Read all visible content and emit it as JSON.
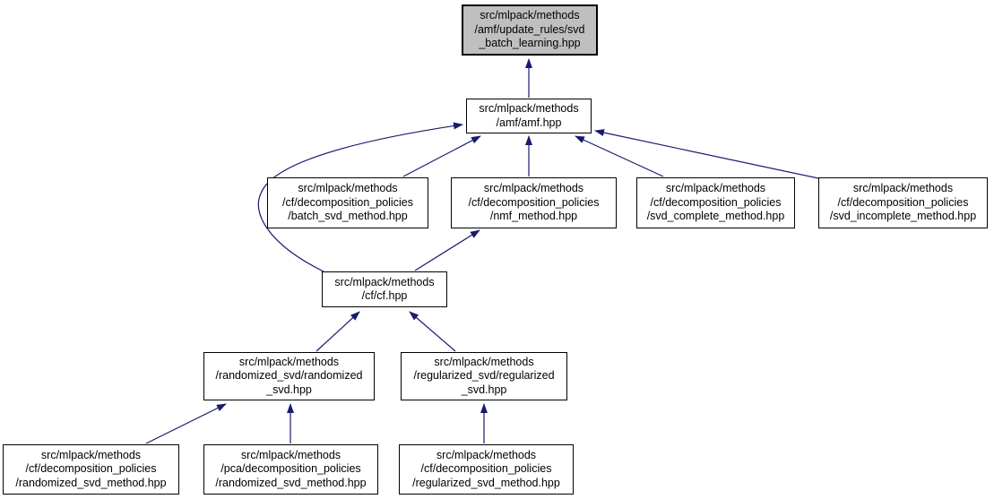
{
  "diagram": {
    "type": "include-dependency-graph",
    "description": "Doxygen 'included by' dependency graph for svd_batch_learning.hpp",
    "colors": {
      "edge": "#191970",
      "node_border": "#000000",
      "node_fill": "#ffffff",
      "highlight_fill": "#bfbfbf",
      "background": "#ffffff",
      "text": "#000000"
    },
    "nodes": [
      {
        "id": "svd_batch_learning",
        "label": "src/mlpack/methods\n/amf/update_rules/svd\n_batch_learning.hpp",
        "highlighted": true
      },
      {
        "id": "amf",
        "label": "src/mlpack/methods\n/amf/amf.hpp",
        "highlighted": false
      },
      {
        "id": "batch_svd_method",
        "label": "src/mlpack/methods\n/cf/decomposition_policies\n/batch_svd_method.hpp",
        "highlighted": false
      },
      {
        "id": "nmf_method",
        "label": "src/mlpack/methods\n/cf/decomposition_policies\n/nmf_method.hpp",
        "highlighted": false
      },
      {
        "id": "svd_complete_method",
        "label": "src/mlpack/methods\n/cf/decomposition_policies\n/svd_complete_method.hpp",
        "highlighted": false
      },
      {
        "id": "svd_incomplete_method",
        "label": "src/mlpack/methods\n/cf/decomposition_policies\n/svd_incomplete_method.hpp",
        "highlighted": false
      },
      {
        "id": "cf",
        "label": "src/mlpack/methods\n/cf/cf.hpp",
        "highlighted": false
      },
      {
        "id": "randomized_svd",
        "label": "src/mlpack/methods\n/randomized_svd/randomized\n_svd.hpp",
        "highlighted": false
      },
      {
        "id": "regularized_svd",
        "label": "src/mlpack/methods\n/regularized_svd/regularized\n_svd.hpp",
        "highlighted": false
      },
      {
        "id": "cf_randomized_svd_method",
        "label": "src/mlpack/methods\n/cf/decomposition_policies\n/randomized_svd_method.hpp",
        "highlighted": false
      },
      {
        "id": "pca_randomized_svd_method",
        "label": "src/mlpack/methods\n/pca/decomposition_policies\n/randomized_svd_method.hpp",
        "highlighted": false
      },
      {
        "id": "cf_regularized_svd_method",
        "label": "src/mlpack/methods\n/cf/decomposition_policies\n/regularized_svd_method.hpp",
        "highlighted": false
      }
    ],
    "edges": [
      {
        "from": "amf",
        "to": "svd_batch_learning"
      },
      {
        "from": "batch_svd_method",
        "to": "amf"
      },
      {
        "from": "nmf_method",
        "to": "amf"
      },
      {
        "from": "svd_complete_method",
        "to": "amf"
      },
      {
        "from": "svd_incomplete_method",
        "to": "amf"
      },
      {
        "from": "cf",
        "to": "amf"
      },
      {
        "from": "cf",
        "to": "nmf_method"
      },
      {
        "from": "randomized_svd",
        "to": "cf"
      },
      {
        "from": "regularized_svd",
        "to": "cf"
      },
      {
        "from": "cf_randomized_svd_method",
        "to": "randomized_svd"
      },
      {
        "from": "pca_randomized_svd_method",
        "to": "randomized_svd"
      },
      {
        "from": "cf_regularized_svd_method",
        "to": "regularized_svd"
      }
    ]
  }
}
